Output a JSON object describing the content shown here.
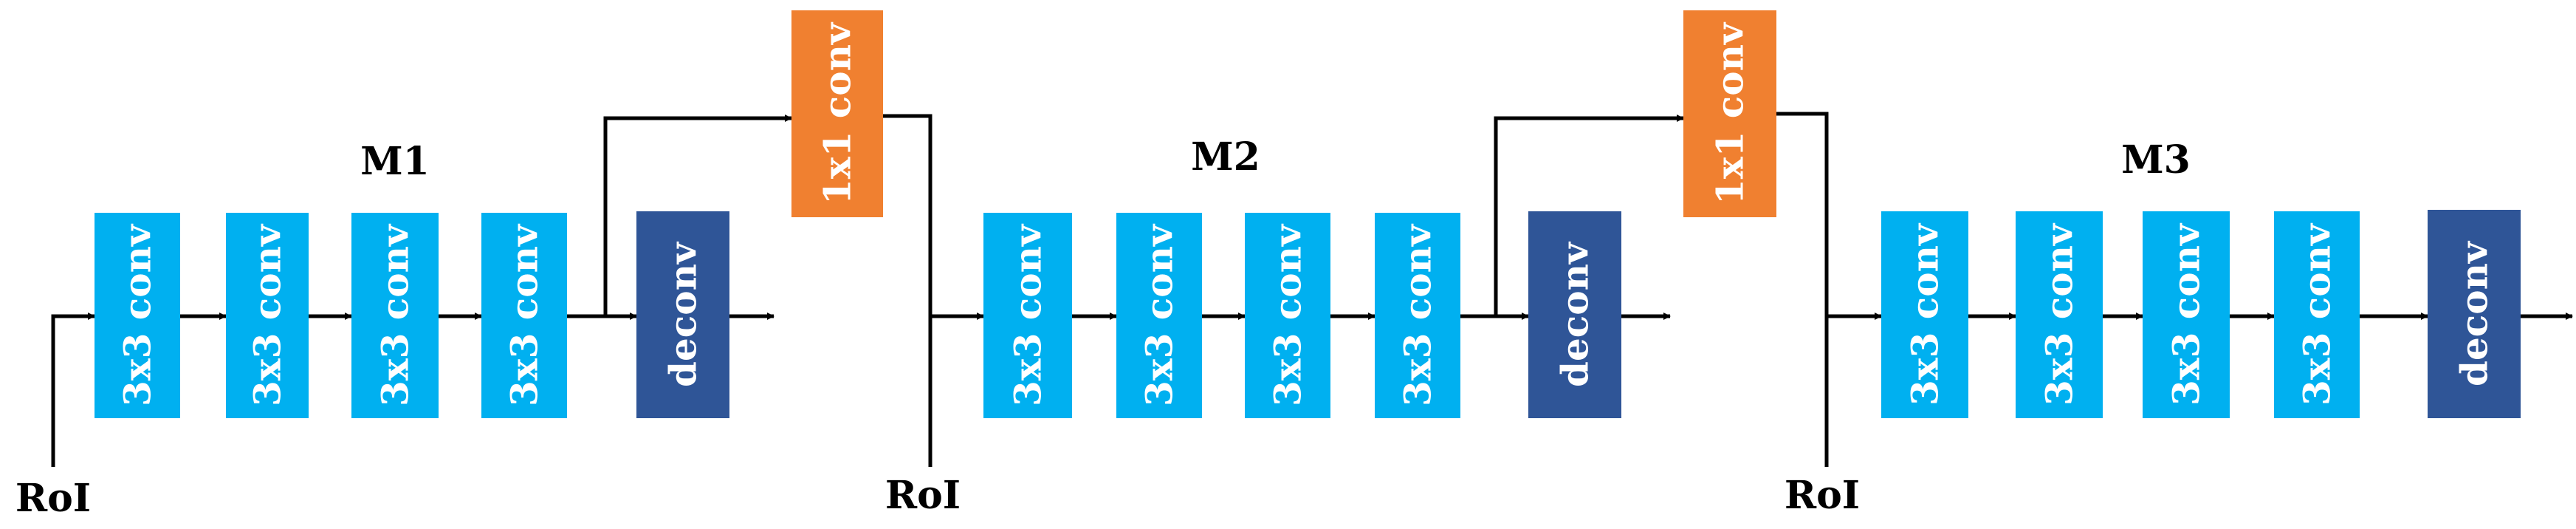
{
  "colors": {
    "conv": "#00b0f0",
    "deconv": "#2f5597",
    "fuse": "#f08030",
    "line": "#000000",
    "block_text": "#ffffff"
  },
  "modules": [
    {
      "name": "M1",
      "input_label": "RoI",
      "blocks": [
        "3x3 conv",
        "3x3 conv",
        "3x3 conv",
        "3x3 conv",
        "deconv"
      ]
    },
    {
      "name": "M2",
      "input_label": "RoI",
      "blocks": [
        "3x3 conv",
        "3x3 conv",
        "3x3 conv",
        "3x3 conv",
        "deconv"
      ]
    },
    {
      "name": "M3",
      "input_label": "RoI",
      "blocks": [
        "3x3 conv",
        "3x3 conv",
        "3x3 conv",
        "3x3 conv",
        "deconv"
      ]
    }
  ],
  "fusions": [
    {
      "label": "1x1 conv",
      "from": "M1",
      "to": "M2"
    },
    {
      "label": "1x1 conv",
      "from": "M2",
      "to": "M3"
    }
  ]
}
